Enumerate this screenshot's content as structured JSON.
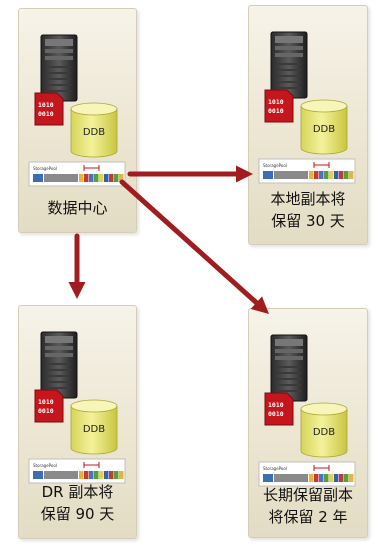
{
  "nodes": [
    {
      "id": "datacenter",
      "caption": [
        "数据中心"
      ],
      "server_text": [
        "1010",
        "0010"
      ],
      "db_label": "DDB",
      "bar_label": "StoragePool",
      "strip_colors": [
        "#e8b43a",
        "#c23b34",
        "#4a72c8",
        "#5a9e3a",
        "#e0d44a",
        "#3a5ea8",
        "#c23b34",
        "#5a9e3a",
        "#e8b43a"
      ]
    },
    {
      "id": "local",
      "caption": [
        "本地副本将",
        "保留 30 天"
      ],
      "server_text": [
        "1010",
        "0010"
      ],
      "db_label": "DDB",
      "bar_label": "StoragePool",
      "strip_colors": [
        "#e8b43a",
        "#c23b34",
        "#4a72c8",
        "#5a9e3a",
        "#e0d44a",
        "#3a5ea8",
        "#c23b34",
        "#5a9e3a",
        "#e8b43a"
      ]
    },
    {
      "id": "dr",
      "caption": [
        "DR 副本将",
        "保留 90 天"
      ],
      "server_text": [
        "1010",
        "0010"
      ],
      "db_label": "DDB",
      "bar_label": "StoragePool",
      "strip_colors": [
        "#e8b43a",
        "#c23b34",
        "#4a72c8",
        "#5a9e3a",
        "#e0d44a",
        "#3a5ea8",
        "#c23b34",
        "#5a9e3a",
        "#e8b43a"
      ]
    },
    {
      "id": "longterm",
      "caption": [
        "长期保留副本",
        "将保留 2 年"
      ],
      "server_text": [
        "1010",
        "0010"
      ],
      "db_label": "DDB",
      "bar_label": "StoragePool",
      "strip_colors": [
        "#e8b43a",
        "#c23b34",
        "#4a72c8",
        "#5a9e3a",
        "#e0d44a",
        "#3a5ea8",
        "#c23b34",
        "#5a9e3a",
        "#e8b43a"
      ]
    }
  ],
  "arrow_color": "#a11c1f"
}
